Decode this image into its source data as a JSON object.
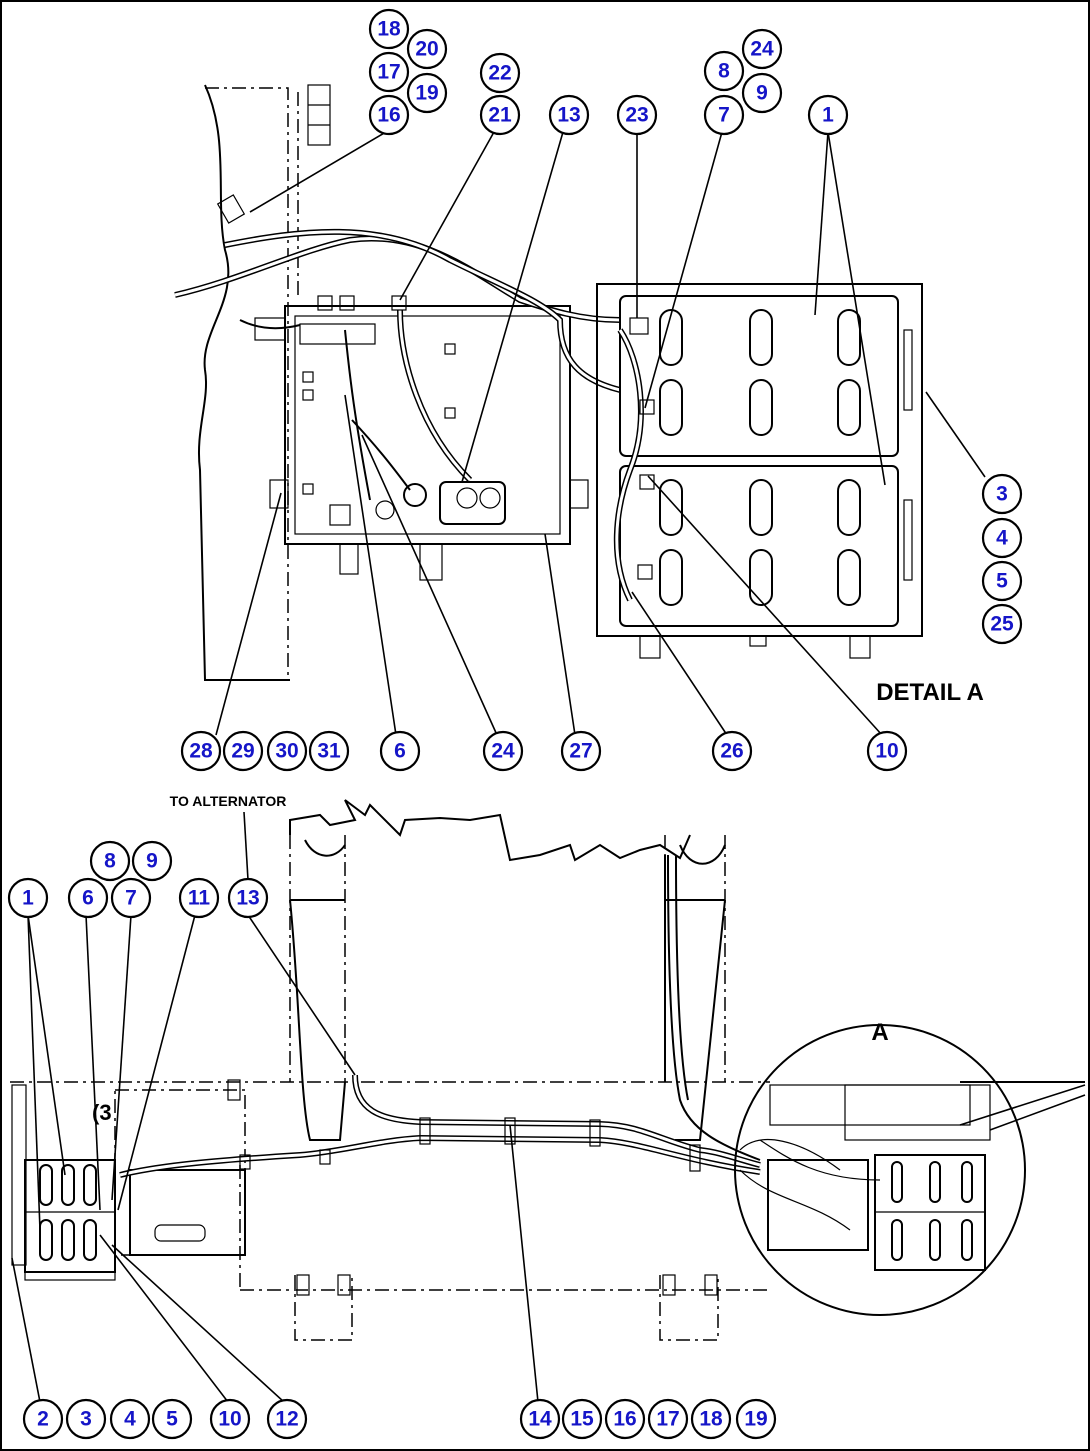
{
  "labels": {
    "detail": "DETAIL A",
    "to_alternator": "TO ALTERNATOR",
    "detail_marker": "A"
  },
  "callouts": [
    {
      "id": "c18a",
      "text": "18"
    },
    {
      "id": "c20a",
      "text": "20"
    },
    {
      "id": "c17a",
      "text": "17"
    },
    {
      "id": "c19a",
      "text": "19"
    },
    {
      "id": "c16a",
      "text": "16"
    },
    {
      "id": "c22a",
      "text": "22"
    },
    {
      "id": "c21a",
      "text": "21"
    },
    {
      "id": "c13a",
      "text": "13"
    },
    {
      "id": "c23a",
      "text": "23"
    },
    {
      "id": "c24a",
      "text": "24"
    },
    {
      "id": "c8a",
      "text": "8"
    },
    {
      "id": "c9a",
      "text": "9"
    },
    {
      "id": "c7a",
      "text": "7"
    },
    {
      "id": "c1a",
      "text": "1"
    },
    {
      "id": "c3a",
      "text": "3"
    },
    {
      "id": "c4a",
      "text": "4"
    },
    {
      "id": "c5a",
      "text": "5"
    },
    {
      "id": "c25a",
      "text": "25"
    },
    {
      "id": "c28a",
      "text": "28"
    },
    {
      "id": "c29a",
      "text": "29"
    },
    {
      "id": "c30a",
      "text": "30"
    },
    {
      "id": "c31a",
      "text": "31"
    },
    {
      "id": "c6a",
      "text": "6"
    },
    {
      "id": "c24b",
      "text": "24"
    },
    {
      "id": "c27a",
      "text": "27"
    },
    {
      "id": "c26a",
      "text": "26"
    },
    {
      "id": "c10a",
      "text": "10"
    },
    {
      "id": "c8b",
      "text": "8"
    },
    {
      "id": "c9b",
      "text": "9"
    },
    {
      "id": "c1b",
      "text": "1"
    },
    {
      "id": "c6b",
      "text": "6"
    },
    {
      "id": "c7b",
      "text": "7"
    },
    {
      "id": "c11b",
      "text": "11"
    },
    {
      "id": "c13b",
      "text": "13"
    },
    {
      "id": "c2b",
      "text": "2"
    },
    {
      "id": "c3b",
      "text": "3"
    },
    {
      "id": "c4b",
      "text": "4"
    },
    {
      "id": "c5b",
      "text": "5"
    },
    {
      "id": "c10b",
      "text": "10"
    },
    {
      "id": "c12b",
      "text": "12"
    },
    {
      "id": "c14b",
      "text": "14"
    },
    {
      "id": "c15b",
      "text": "15"
    },
    {
      "id": "c16b",
      "text": "16"
    },
    {
      "id": "c17b",
      "text": "17"
    },
    {
      "id": "c18b",
      "text": "18"
    },
    {
      "id": "c19b",
      "text": "19"
    }
  ]
}
